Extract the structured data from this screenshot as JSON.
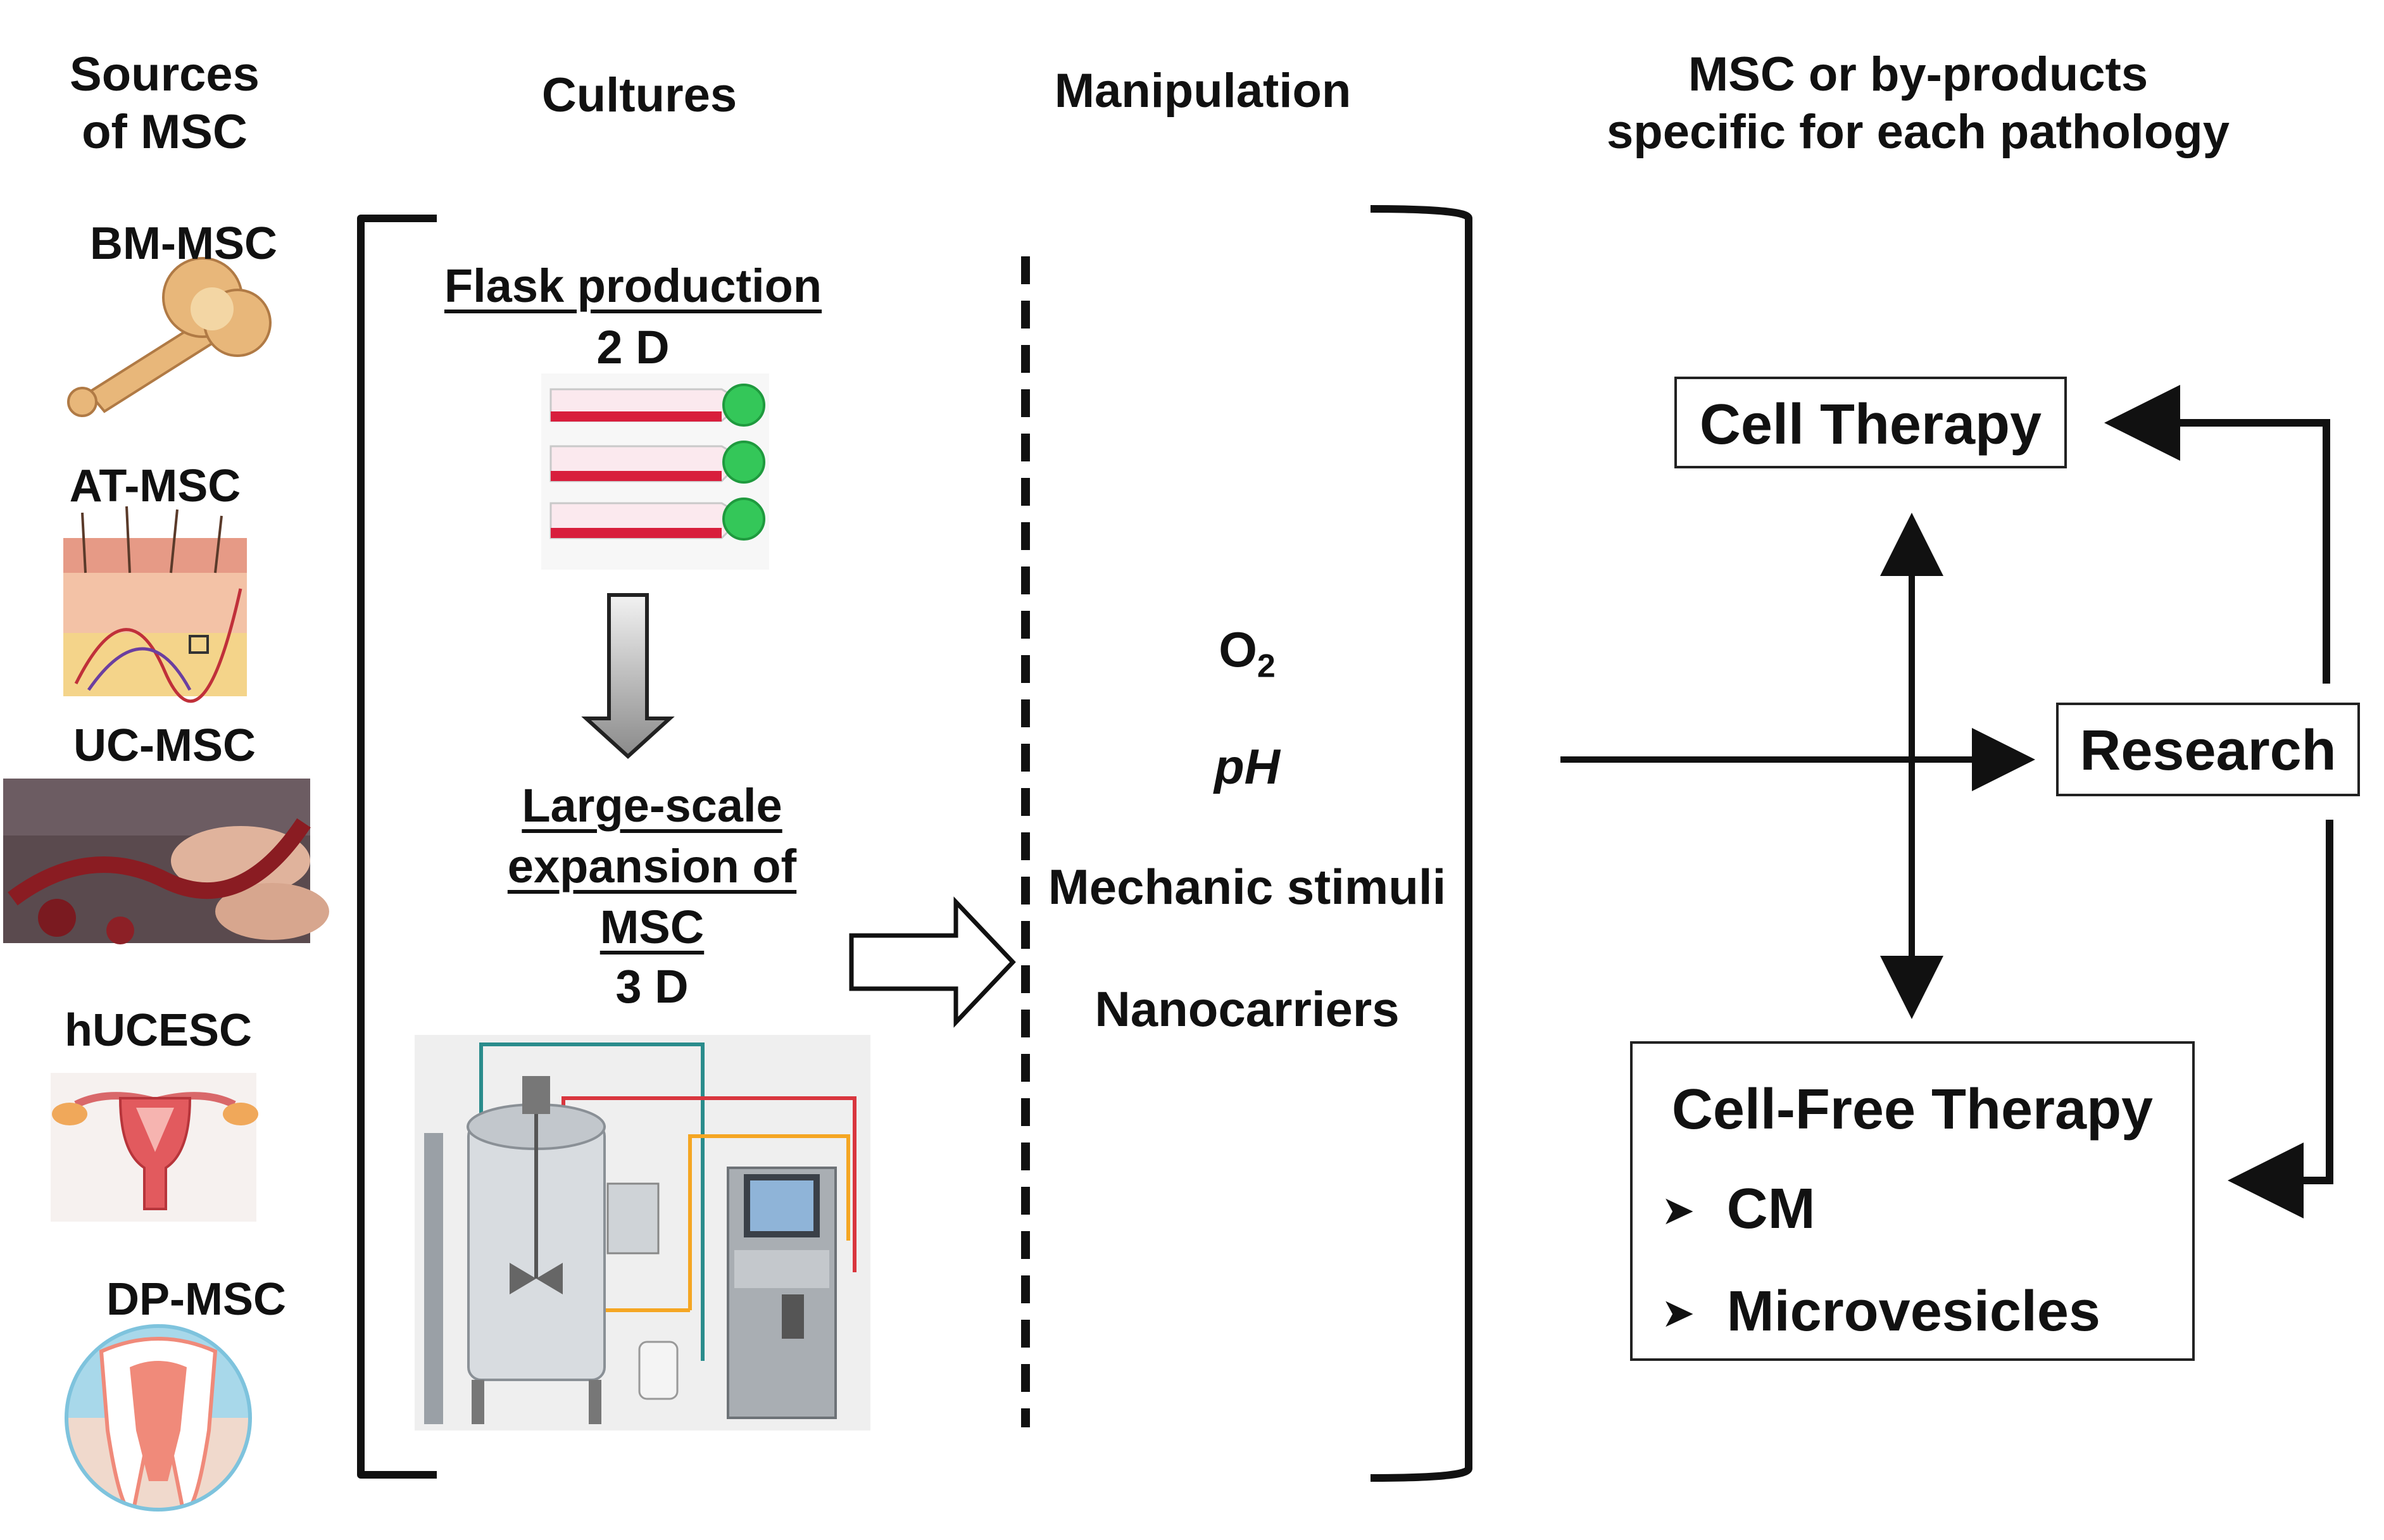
{
  "headers": {
    "sources": [
      "Sources",
      "of MSC"
    ],
    "cultures": "Cultures",
    "manipulation": "Manipulation",
    "products": [
      "MSC or by-products",
      "specific for each pathology"
    ]
  },
  "sources": [
    {
      "label": "BM-MSC",
      "icon": "bone-illustration-icon"
    },
    {
      "label": "AT-MSC",
      "icon": "adipose-tissue-illustration-icon"
    },
    {
      "label": "UC-MSC",
      "icon": "umbilical-cord-photo-icon"
    },
    {
      "label": "hUCESC",
      "icon": "uterus-illustration-icon"
    },
    {
      "label": "DP-MSC",
      "icon": "tooth-illustration-icon"
    }
  ],
  "cultures": {
    "flask_title": "Flask production",
    "flask_dim": "2 D",
    "flask_icon": "culture-flasks-icon",
    "large_title": [
      "Large-scale",
      "expansion of",
      "MSC"
    ],
    "large_dim": "3 D",
    "bioreactor_icon": "bioreactor-icon"
  },
  "manipulation": {
    "o2_main": "O",
    "o2_sub": "2",
    "ph": "pH",
    "mechanic": "Mechanic stimuli",
    "nano": "Nanocarriers"
  },
  "outputs": {
    "cell_therapy": "Cell Therapy",
    "research": "Research",
    "cell_free": "Cell-Free Therapy",
    "cell_free_items": [
      "CM",
      "Microvesicles"
    ]
  },
  "colors": {
    "ink": "#111111",
    "flask_cap": "#34c759",
    "culture_red": "#d81e3c",
    "bone": "#e8b77a",
    "skin": "#f0b8a8",
    "tooth_pink": "#f08a7a",
    "steel": "#c9ced3",
    "pipe_orange": "#f5a623",
    "pipe_red": "#d9363e",
    "pipe_teal": "#2a8c8c"
  }
}
